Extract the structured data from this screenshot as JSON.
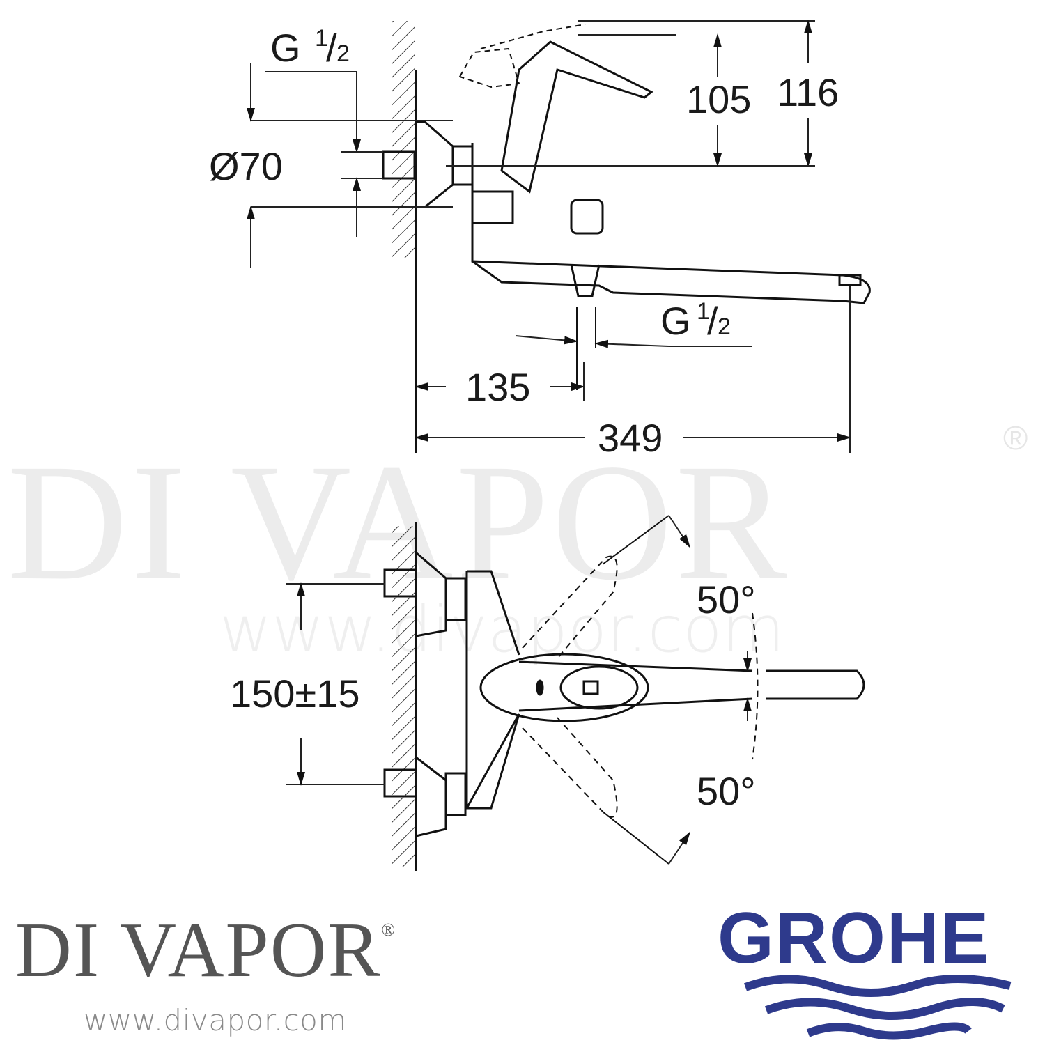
{
  "watermark": {
    "brand": "DI VAPOR",
    "registered_mark": "®",
    "url": "www.divapor.com"
  },
  "side_view": {
    "labels": {
      "inlet_thread_top": {
        "prefix": "G",
        "fraction_num": "1",
        "fraction_den": "2"
      },
      "escutcheon_diameter": "Ø70",
      "handle_height_inner": "105",
      "handle_height_outer": "116",
      "outlet_thread": {
        "prefix": "G",
        "fraction_num": "1",
        "fraction_den": "2"
      },
      "outlet_offset": "135",
      "overall_projection": "349"
    }
  },
  "top_view": {
    "labels": {
      "inlet_centers": "150±15",
      "lever_rotation_up": "50°",
      "lever_rotation_down": "50°"
    }
  },
  "footer": {
    "divapor_logo": {
      "text": "DI VAPOR",
      "mark": "®",
      "url": "www.divapor.com",
      "color": "#555555"
    },
    "grohe_logo": {
      "text": "GROHE",
      "color": "#2e3a8c"
    }
  }
}
